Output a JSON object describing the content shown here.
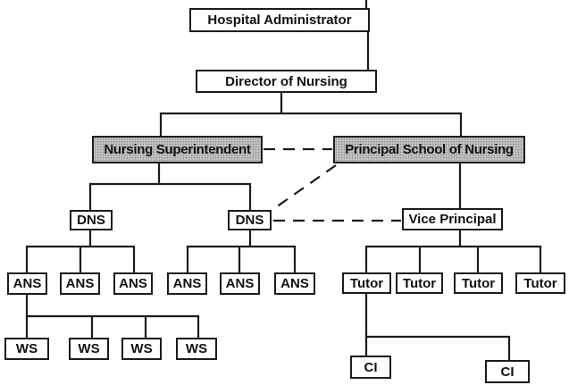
{
  "nodes": {
    "hospital_administrator": "Hospital Administrator",
    "director_of_nursing": "Director of Nursing",
    "nursing_superintendent": "Nursing Superintendent",
    "principal_school_of_nursing": "Principal School of Nursing",
    "dns_1": "DNS",
    "dns_2": "DNS",
    "vice_principal": "Vice Principal",
    "ans_1": "ANS",
    "ans_2": "ANS",
    "ans_3": "ANS",
    "ans_4": "ANS",
    "ans_5": "ANS",
    "ans_6": "ANS",
    "tutor_1": "Tutor",
    "tutor_2": "Tutor",
    "tutor_3": "Tutor",
    "tutor_4": "Tutor",
    "ws_1": "WS",
    "ws_2": "WS",
    "ws_3": "WS",
    "ws_4": "WS",
    "ci_1": "CI",
    "ci_2": "CI"
  },
  "hierarchy": {
    "hospital_administrator": [
      "director_of_nursing"
    ],
    "director_of_nursing": [
      "nursing_superintendent",
      "principal_school_of_nursing"
    ],
    "nursing_superintendent": [
      "dns_1",
      "dns_2"
    ],
    "principal_school_of_nursing": [
      "vice_principal"
    ],
    "dns_1": [
      "ans_1",
      "ans_2",
      "ans_3"
    ],
    "dns_2": [
      "ans_4",
      "ans_5",
      "ans_6"
    ],
    "vice_principal": [
      "tutor_1",
      "tutor_2",
      "tutor_3",
      "tutor_4"
    ],
    "ans_1": [
      "ws_1",
      "ws_2",
      "ws_3",
      "ws_4"
    ],
    "tutor_1": [
      "ci_1",
      "ci_2"
    ]
  },
  "dashed_links": [
    [
      "nursing_superintendent",
      "principal_school_of_nursing"
    ],
    [
      "principal_school_of_nursing",
      "dns_2"
    ],
    [
      "dns_2",
      "vice_principal"
    ]
  ],
  "colors": {
    "background": "#ffffff",
    "line": "#1c1c1c",
    "box_border": "#1c1c1c",
    "box_background": "#ffffff",
    "shaded_box_background": "#c2c2c2",
    "text": "#111111"
  }
}
